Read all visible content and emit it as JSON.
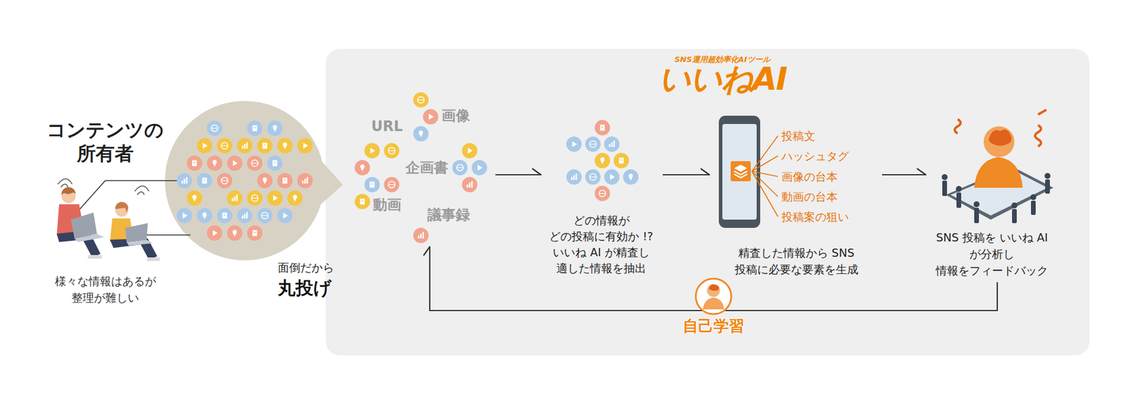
{
  "diagram": {
    "nodes": [
      {
        "text": [
          "コンテンツの 所有者",
          "様々な情報はあるが 整理が難しい"
        ]
      },
      {
        "text": [
          "SNS運用超効率化AIツール",
          "いいねAI"
        ]
      },
      {
        "text": [
          "URL",
          "画像",
          "企画書",
          "動画",
          "議事録"
        ],
        "in": 1
      },
      {
        "text": [
          "どの情報が どの投稿に有効か !? いいね AI が精査し 適した情報を抽出"
        ],
        "in": 1
      },
      {
        "text": [
          "投稿文",
          "ハッシュタグ",
          "画像の台本",
          "動画の台本",
          "投稿案の狙い",
          "精査した情報から SNS 投稿に必要な要素を生成"
        ],
        "in": 1
      },
      {
        "text": [
          "SNS 投稿を いいね AI が分析し 情報をフィードバック"
        ],
        "in": 1
      }
    ],
    "edges": [
      {
        "from": 2,
        "to": 3,
        "arrow": "to"
      },
      {
        "from": 3,
        "to": 4,
        "arrow": "to"
      },
      {
        "from": 4,
        "to": 5,
        "arrow": "to"
      },
      {
        "from": 5,
        "to": 2,
        "arrow": "to",
        "label": "自己学習"
      }
    ],
    "labels": [
      "面倒だから",
      "丸投げ"
    ]
  }
}
